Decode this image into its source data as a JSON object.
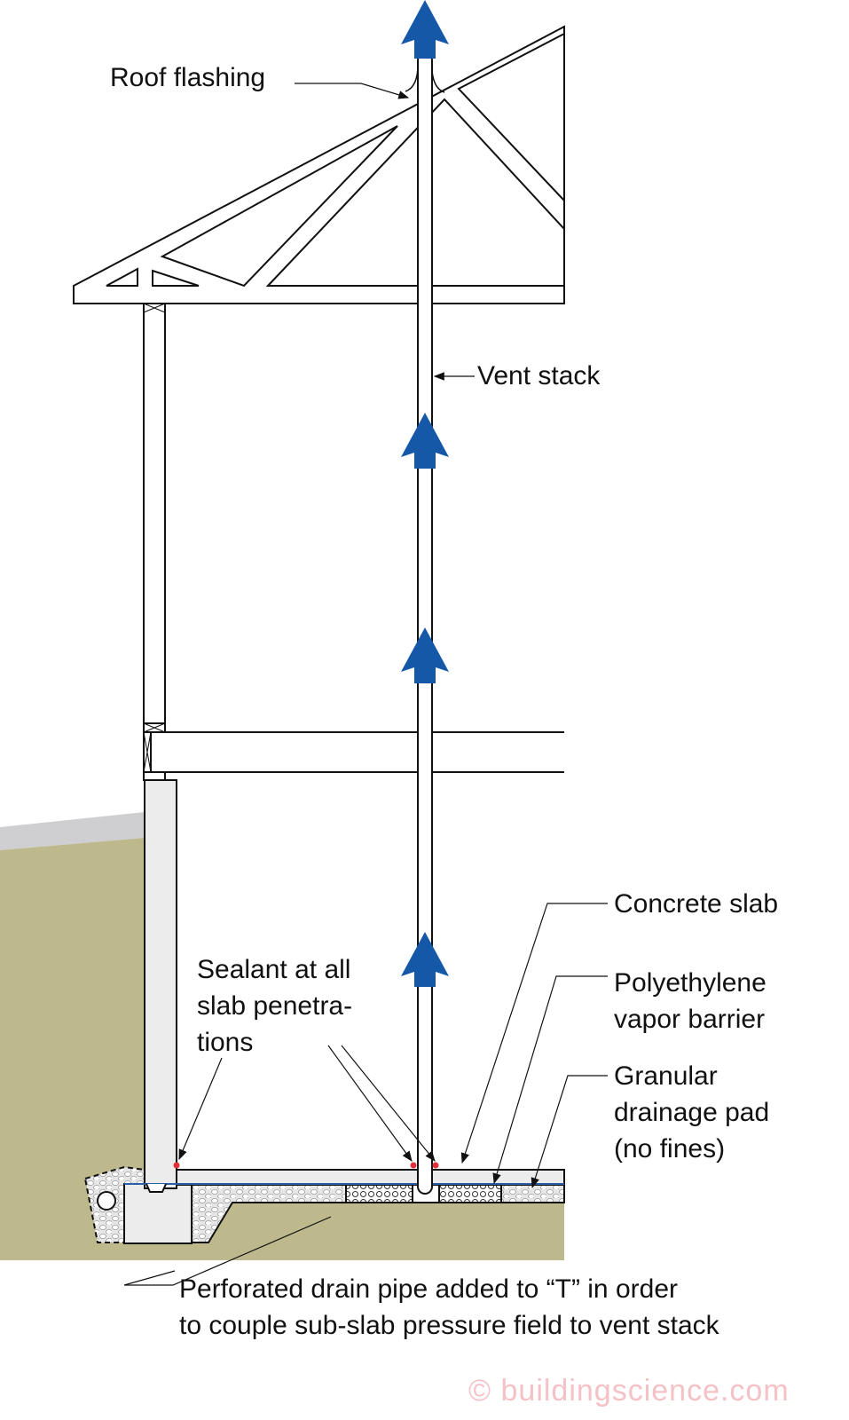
{
  "labels": {
    "roof_flashing": "Roof flashing",
    "vent_stack": "Vent stack",
    "concrete_slab": "Concrete slab",
    "vapor_barrier_1": "Polyethylene",
    "vapor_barrier_2": "vapor barrier",
    "drainage_1": "Granular",
    "drainage_2": "drainage pad",
    "drainage_3": "(no fines)",
    "sealant_1": "Sealant at all",
    "sealant_2": "slab penetra-",
    "sealant_3": "tions",
    "drain_pipe_1": "Perforated drain pipe added to “T” in order",
    "drain_pipe_2": "to couple sub-slab pressure field to vent stack"
  },
  "watermark": "© buildingscience.com",
  "colors": {
    "airflow_arrow": "#1558a8",
    "soil": "#bdb98c",
    "grade": "#cfcfd1",
    "concrete": "#ececec",
    "sealant": "#e0303a",
    "vapor_barrier": "#2a5fa8"
  }
}
